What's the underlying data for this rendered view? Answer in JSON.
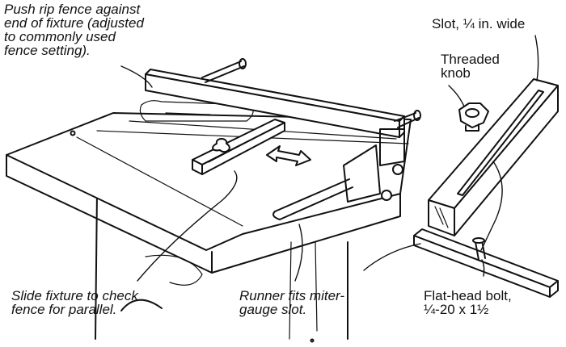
{
  "labels": {
    "push_fence": "Push rip fence against\nend of fixture (adjusted\nto commonly used\nfence setting).",
    "slot": "Slot, ¼ in. wide",
    "threaded_knob": "Threaded\nknob",
    "slide_fixture": "Slide fixture to check\nfence for parallel.",
    "runner": "Runner fits miter-\ngauge slot.",
    "flat_head_bolt": "Flat-head bolt,\n¼-20 x 1½"
  }
}
